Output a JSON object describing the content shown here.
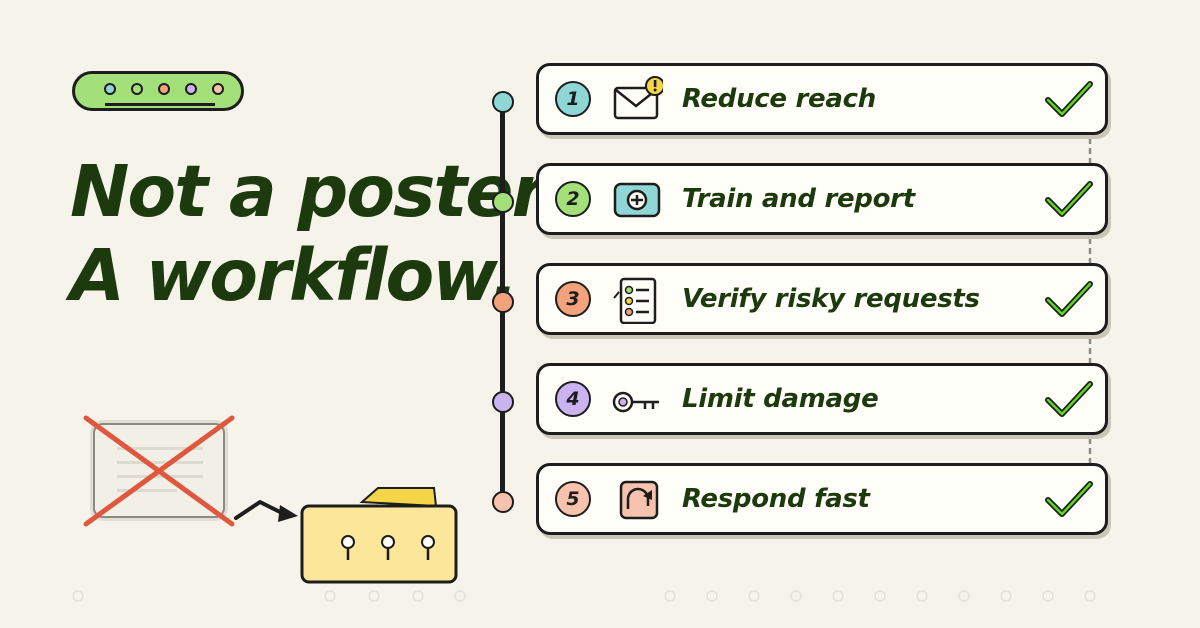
{
  "headline": {
    "line1": "Not a poster.",
    "line2": "A workflow."
  },
  "progress_pill": {
    "dots": [
      "#8fd6d6",
      "#a3e07a",
      "#f4a27c",
      "#c9b4ef",
      "#f7c3ae"
    ]
  },
  "colors": {
    "background": "#f6f4ea",
    "headline": "#1c3a0e",
    "ink": "#1d1d1d",
    "check": "#5fd81f"
  },
  "steps": [
    {
      "number": "1",
      "label": "Reduce reach",
      "color": "#8fd6d6",
      "icon": "envelope-alert-icon"
    },
    {
      "number": "2",
      "label": "Train and report",
      "color": "#a3e07a",
      "icon": "report-button-icon"
    },
    {
      "number": "3",
      "label": "Verify risky requests",
      "color": "#f4a27c",
      "icon": "checklist-icon"
    },
    {
      "number": "4",
      "label": "Limit damage",
      "color": "#c9b4ef",
      "icon": "key-icon"
    },
    {
      "number": "5",
      "label": "Respond fast",
      "color": "#f7c3ae",
      "icon": "respond-arrow-icon"
    }
  ]
}
